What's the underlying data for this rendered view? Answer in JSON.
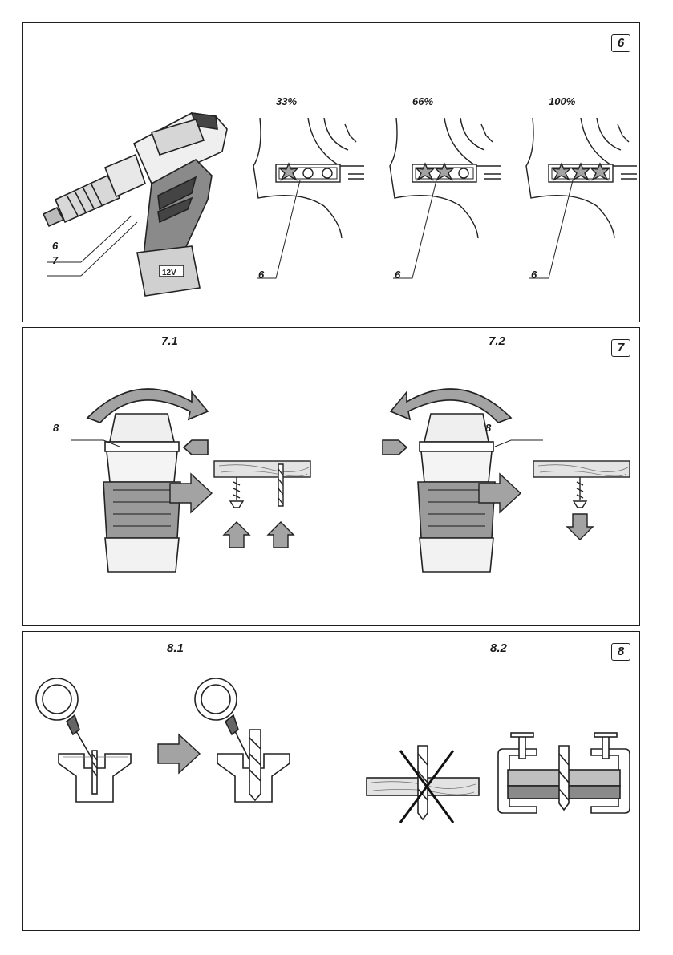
{
  "figure6": {
    "number": "6",
    "callouts": {
      "a": "6",
      "b": "7"
    },
    "states": [
      {
        "percent": "33%",
        "callout": "6",
        "lit": 1
      },
      {
        "percent": "66%",
        "callout": "6",
        "lit": 2
      },
      {
        "percent": "100%",
        "callout": "6",
        "lit": 3
      }
    ]
  },
  "figure7": {
    "number": "7",
    "left_label": "7.1",
    "right_label": "7.2",
    "left_callout": "8",
    "right_callout": "8"
  },
  "figure8": {
    "number": "8",
    "left_label": "8.1",
    "right_label": "8.2"
  },
  "icons": {
    "wood": "wood-plank-icon",
    "arrow": "process-arrow-icon",
    "cross": "prohibited-cross-icon"
  },
  "colors": {
    "arrow_fill": "#a3a3a3",
    "wood_fill": "#e3e3e3",
    "line": "#222222"
  }
}
